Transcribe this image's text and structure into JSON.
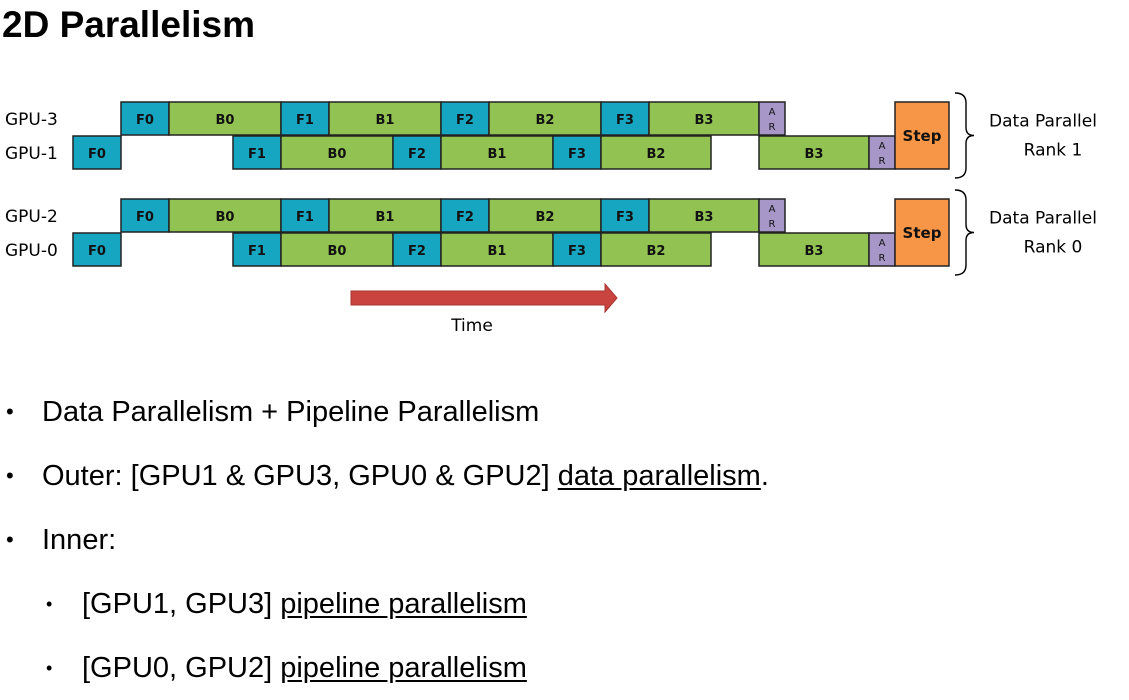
{
  "title": "2D Parallelism",
  "colors": {
    "forward": "#17a6c1",
    "backward": "#92c352",
    "allreduce": "#a697c8",
    "step": "#f79646",
    "arrow": "#c9443f",
    "border": "#222222"
  },
  "diagram": {
    "gpu_labels": [
      "GPU-3",
      "GPU-1",
      "GPU-2",
      "GPU-0"
    ],
    "upper_stage_blocks": [
      "F0",
      "B0",
      "F1",
      "B1",
      "F2",
      "B2",
      "F3",
      "B3"
    ],
    "lower_stage_blocks": [
      "F0",
      "F1",
      "B0",
      "F2",
      "B1",
      "F3",
      "B2",
      "B3"
    ],
    "allreduce_label": [
      "A",
      "R"
    ],
    "step_label": "Step",
    "rank_1_label": [
      "Data Parallel",
      "Rank 1"
    ],
    "rank_0_label": [
      "Data Parallel",
      "Rank 0"
    ],
    "time_label": "Time"
  },
  "bullets": [
    {
      "level": 1,
      "text": "Data Parallelism + Pipeline Parallelism",
      "link": "",
      "suffix": ""
    },
    {
      "level": 1,
      "text": "Outer: [GPU1 & GPU3, GPU0 & GPU2] ",
      "link": "data parallelism",
      "suffix": "."
    },
    {
      "level": 1,
      "text": "Inner:",
      "link": "",
      "suffix": ""
    },
    {
      "level": 2,
      "text": "[GPU1, GPU3] ",
      "link": "pipeline parallelism",
      "suffix": ""
    },
    {
      "level": 2,
      "text": "[GPU0, GPU2] ",
      "link": "pipeline parallelism",
      "suffix": ""
    }
  ]
}
